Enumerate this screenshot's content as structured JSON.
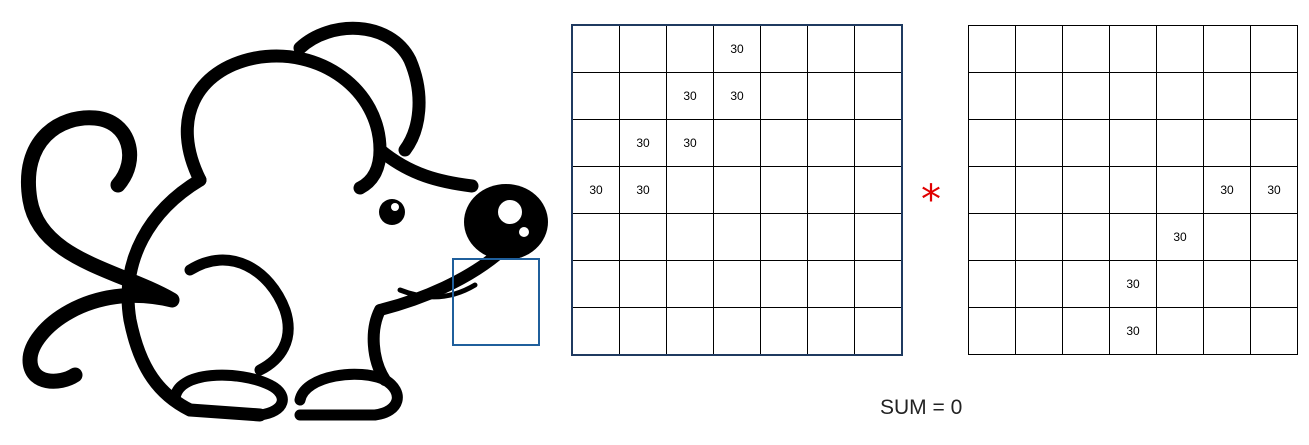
{
  "image_grid": {
    "rows": [
      [
        "",
        "",
        "",
        "30",
        "",
        "",
        ""
      ],
      [
        "",
        "",
        "30",
        "30",
        "",
        "",
        ""
      ],
      [
        "",
        "30",
        "30",
        "",
        "",
        "",
        ""
      ],
      [
        "30",
        "30",
        "",
        "",
        "",
        "",
        ""
      ],
      [
        "",
        "",
        "",
        "",
        "",
        "",
        ""
      ],
      [
        "",
        "",
        "",
        "",
        "",
        "",
        ""
      ],
      [
        "",
        "",
        "",
        "",
        "",
        "",
        ""
      ]
    ]
  },
  "filter_grid": {
    "rows": [
      [
        "",
        "",
        "",
        "",
        "",
        "",
        ""
      ],
      [
        "",
        "",
        "",
        "",
        "",
        "",
        ""
      ],
      [
        "",
        "",
        "",
        "",
        "",
        "",
        ""
      ],
      [
        "",
        "",
        "",
        "",
        "",
        "30",
        "30"
      ],
      [
        "",
        "",
        "",
        "",
        "30",
        "",
        ""
      ],
      [
        "",
        "",
        "",
        "30",
        "",
        "",
        ""
      ],
      [
        "",
        "",
        "",
        "30",
        "",
        "",
        ""
      ]
    ]
  },
  "operator": "*",
  "sum_text": "SUM = 0",
  "colors": {
    "operator": "#e00000",
    "receptive_box": "#1f5f9c",
    "image_grid_border": "#1f3a60"
  }
}
